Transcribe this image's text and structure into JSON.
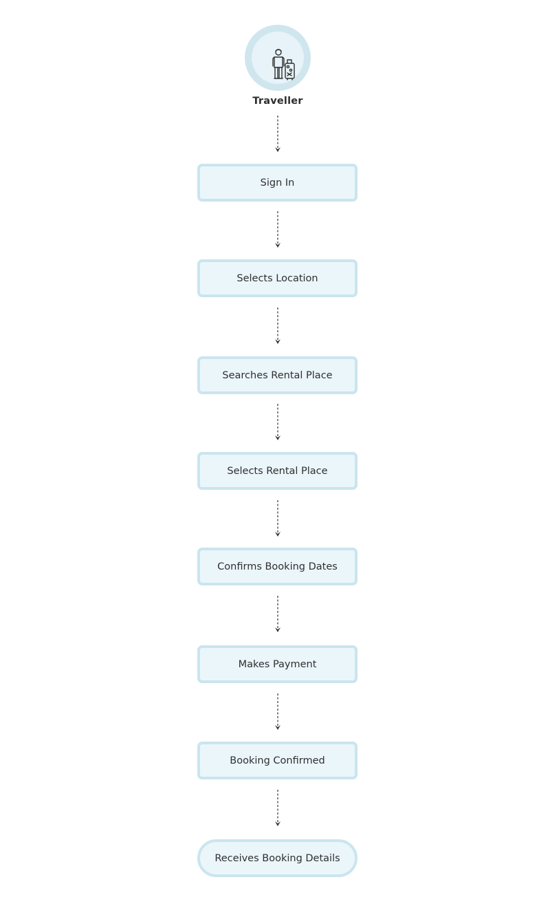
{
  "actor": {
    "label": "Traveller",
    "icon": "traveller-with-luggage-icon"
  },
  "colors": {
    "box_fill": "#ebf6fb",
    "box_border": "#cae5ee",
    "actor_ring": "#cfe6ee",
    "actor_fill": "#e7f3f8",
    "text": "#2f2f2f",
    "arrow": "#333333"
  },
  "steps": [
    {
      "label": "Sign In"
    },
    {
      "label": "Selects Location"
    },
    {
      "label": "Searches Rental Place"
    },
    {
      "label": "Selects Rental Place"
    },
    {
      "label": "Confirms Booking Dates"
    },
    {
      "label": "Makes Payment"
    },
    {
      "label": "Booking Confirmed"
    },
    {
      "label": "Receives Booking Details",
      "shape": "terminal"
    }
  ]
}
